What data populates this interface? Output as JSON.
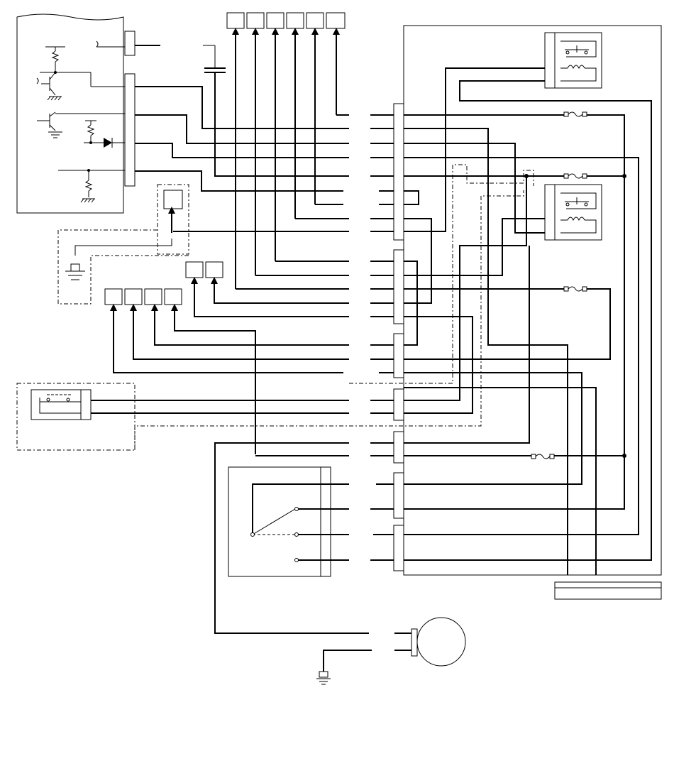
{
  "diagram": {
    "type": "wiring-schematic",
    "labels": [],
    "connector_boxes": 12,
    "relays": 2,
    "fuses": 4,
    "motor_count": 1
  }
}
